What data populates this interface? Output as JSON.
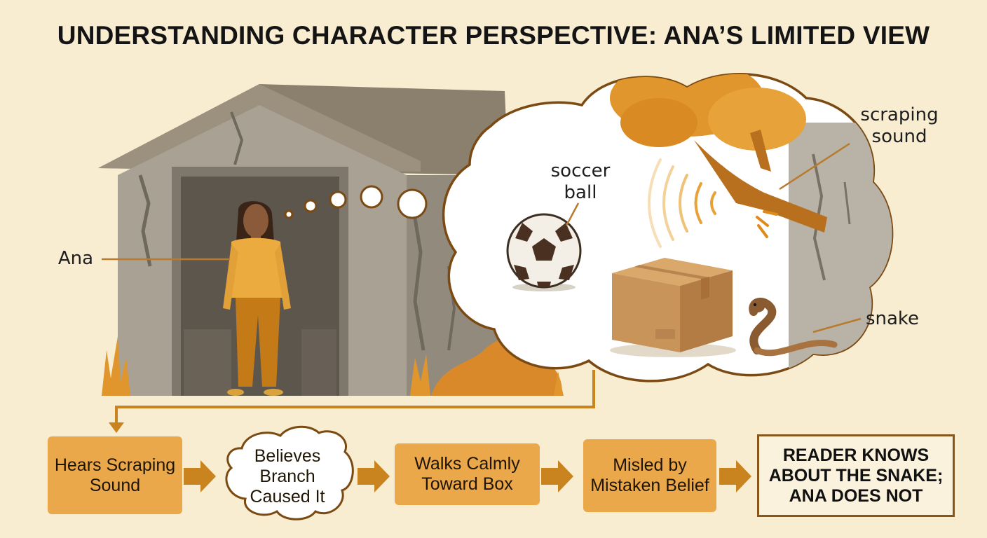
{
  "title": "UNDERSTANDING CHARACTER PERSPECTIVE: ANA’S LIMITED VIEW",
  "labels": {
    "ana": "Ana",
    "soccer_ball": "soccer ball",
    "scraping_sound": "scraping sound",
    "snake": "snake"
  },
  "flow": [
    {
      "text": "Hears Scraping Sound",
      "style": "box"
    },
    {
      "text": "Believes Branch Caused It",
      "style": "cloud"
    },
    {
      "text": "Walks Calmly Toward Box",
      "style": "box"
    },
    {
      "text": "Misled by Mistaken Belief",
      "style": "box"
    },
    {
      "text": "READER KNOWS ABOUT THE SNAKE; ANA DOES NOT",
      "style": "outlined-box"
    }
  ],
  "colors": {
    "background": "#f8ecd1",
    "accent": "#eaa84b",
    "arrow": "#c98420",
    "outline": "#8a5518"
  }
}
